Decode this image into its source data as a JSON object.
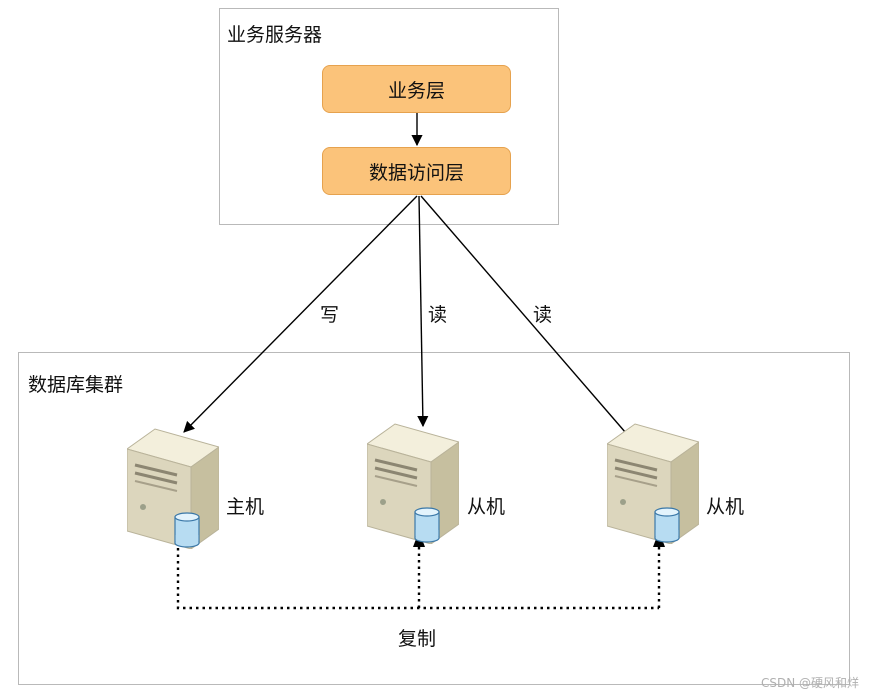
{
  "business_server": {
    "title": "业务服务器",
    "business_layer": "业务层",
    "data_access_layer": "数据访问层"
  },
  "edges": {
    "write": "写",
    "read_1": "读",
    "read_2": "读"
  },
  "cluster": {
    "title": "数据库集群",
    "master_label": "主机",
    "slave_1_label": "从机",
    "slave_2_label": "从机",
    "replication_label": "复制"
  },
  "watermark": "CSDN @硬风和烊"
}
